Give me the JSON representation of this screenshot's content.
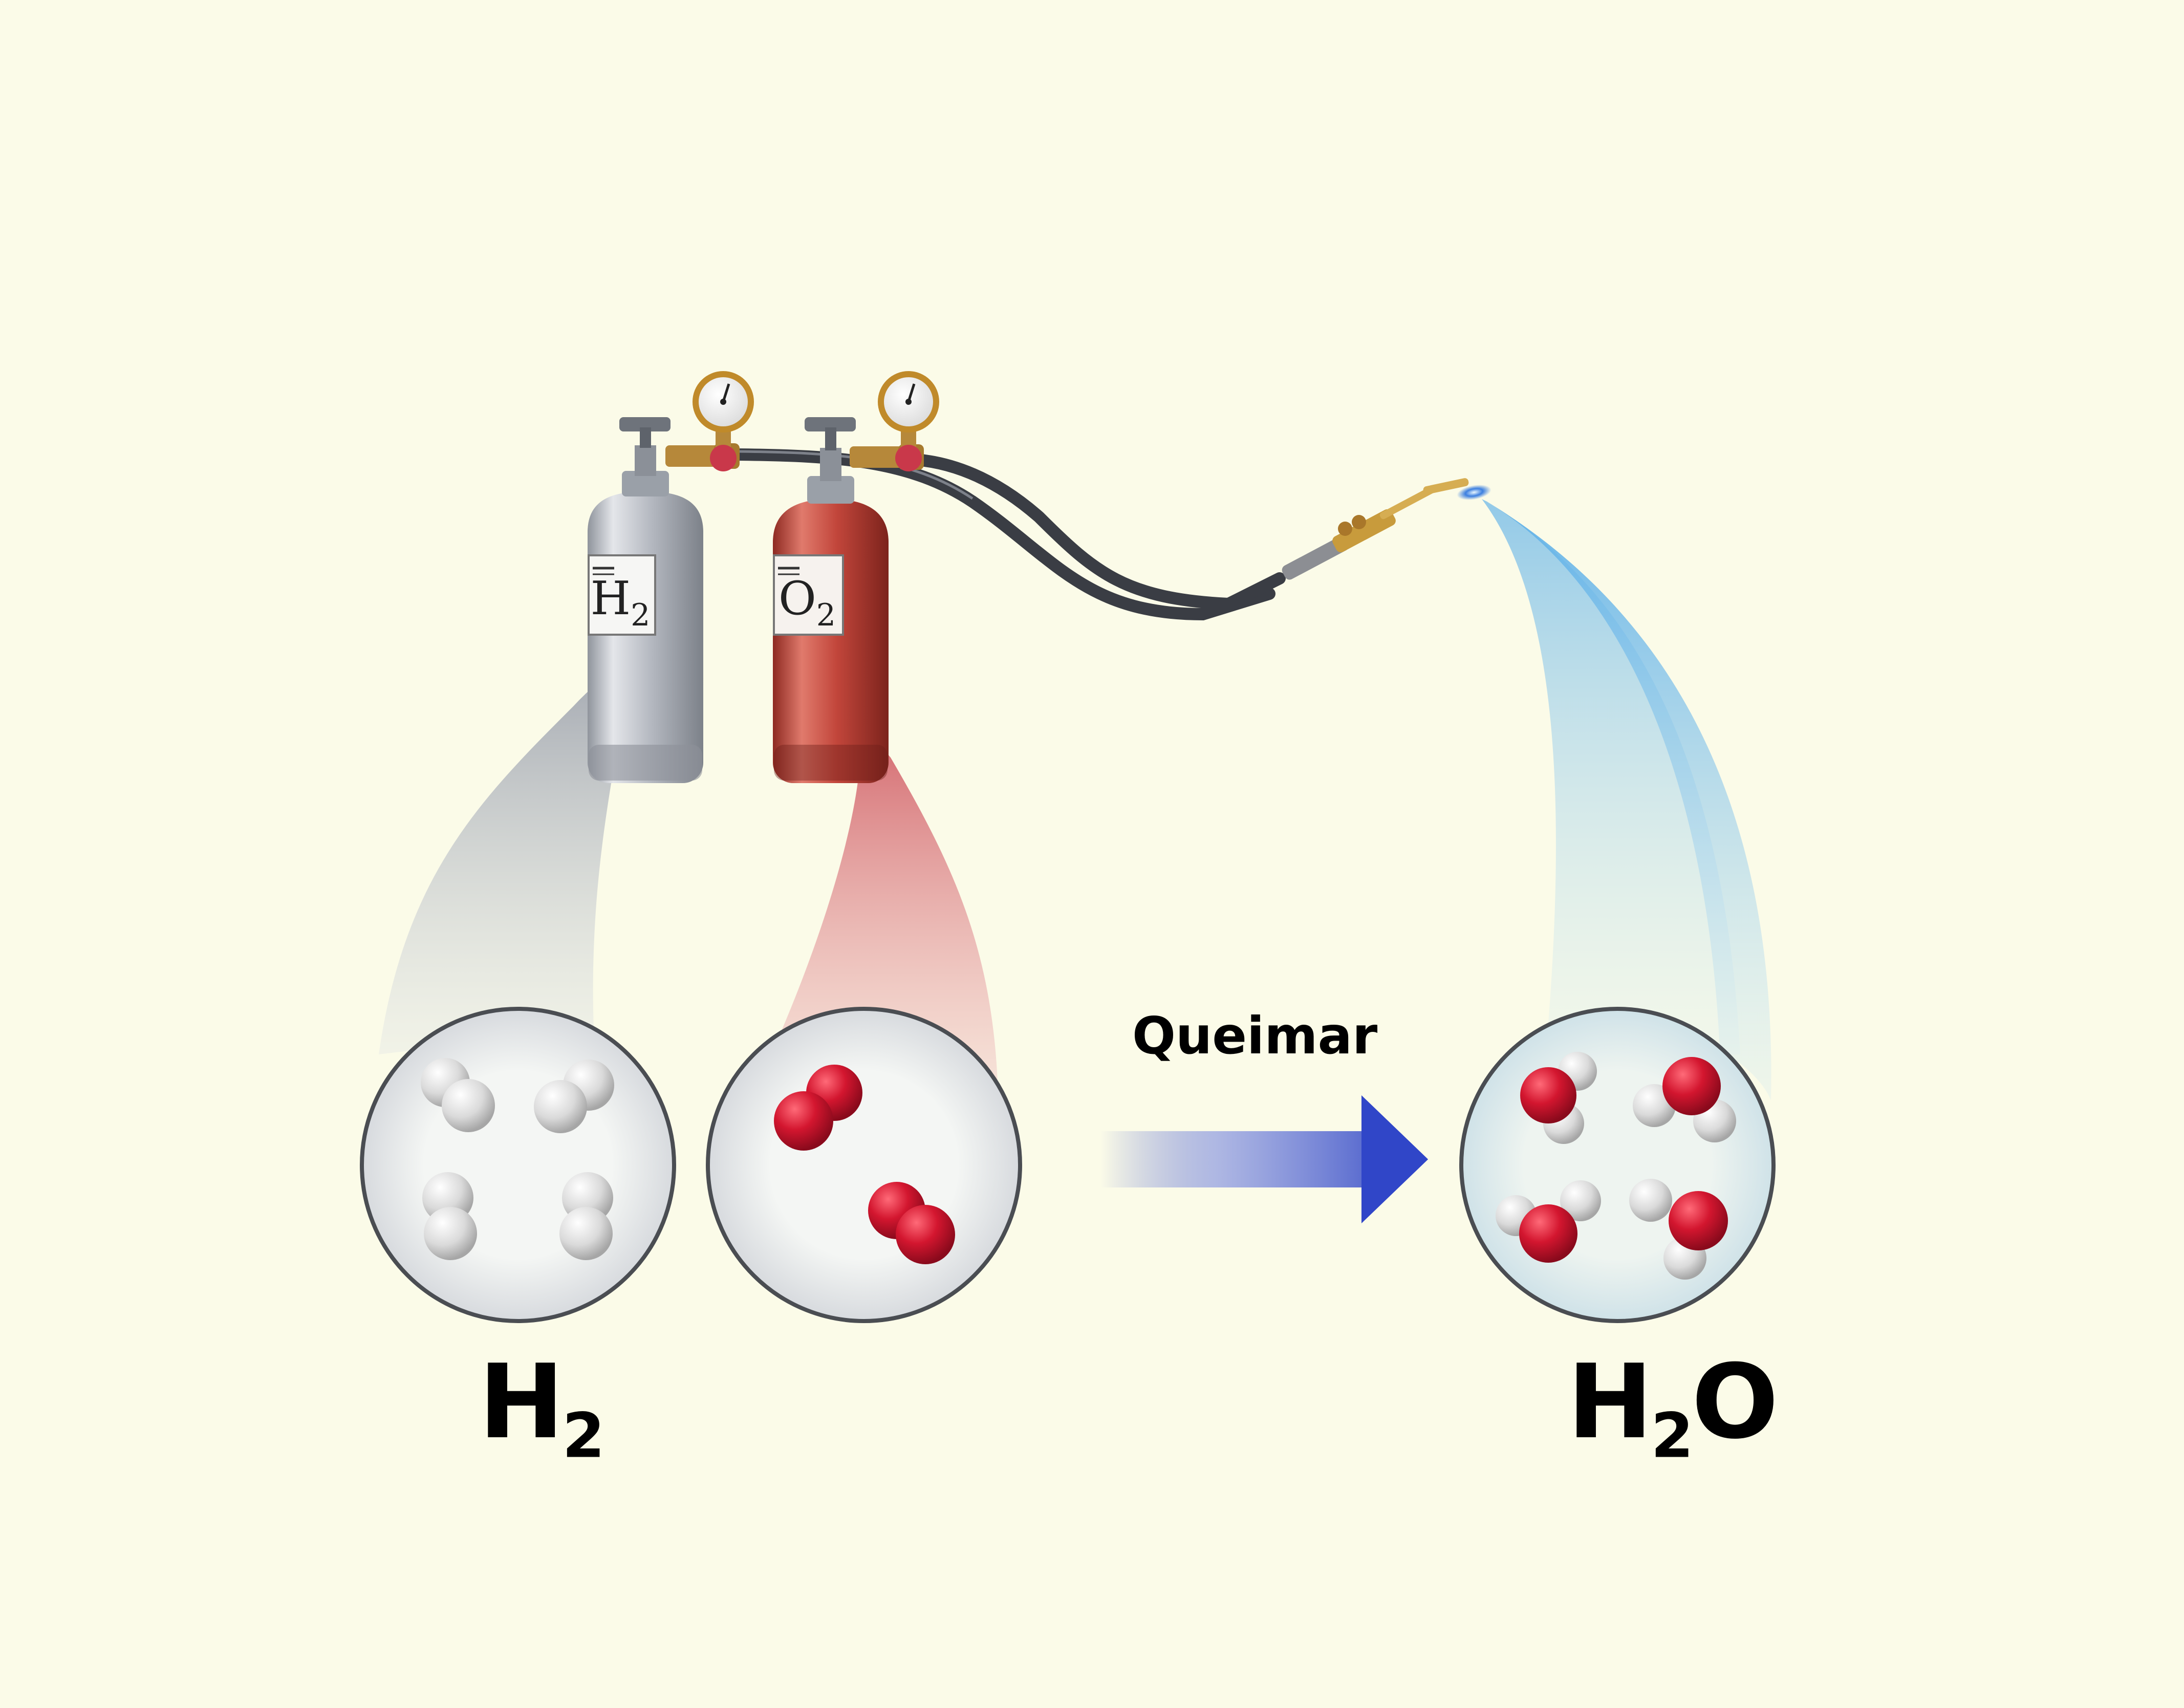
{
  "cylinders": {
    "hydrogen": {
      "label_main": "H",
      "label_sub": "2",
      "color": "#b9bcc4"
    },
    "oxygen": {
      "label_main": "O",
      "label_sub": "2",
      "color": "#c2463b"
    }
  },
  "reaction": {
    "label": "Queimar",
    "arrow_color": "#2f45c4"
  },
  "captions": {
    "reactant": {
      "main": "H",
      "sub": "2"
    },
    "product": {
      "main": "H",
      "sub": "2",
      "tail": "O"
    }
  },
  "colors": {
    "background": "#fbfbe8",
    "hydrogen_atom": "#e2e2e2",
    "oxygen_atom": "#d3162f",
    "flame": "#3c7fe0",
    "hose": "#3a3d44"
  }
}
